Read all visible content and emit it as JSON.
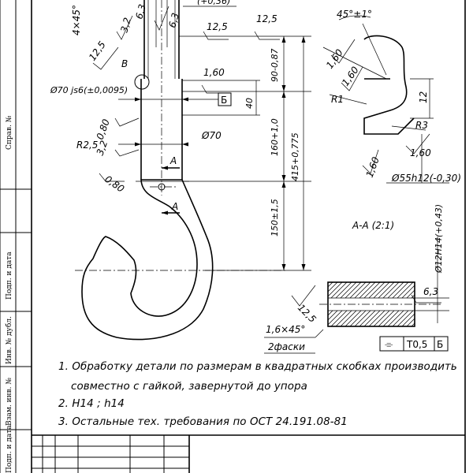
{
  "left_strip": {
    "sprav": "Справ. №",
    "podp_data": "Подп. и дата",
    "inv_dubl": "Инв. № дубл.",
    "vzam_inv": "Взам. инв. №",
    "podp_data2": "Подп. и дата"
  },
  "dims": {
    "chamfer_top": "4×45°",
    "r32_a": "3,2",
    "r63_a": "6,3",
    "tol_top": "(+0,36)",
    "r63_b": "6,3",
    "r125_top": "12,5",
    "r125_b": "12,5",
    "r125_left": "12,5",
    "label_v": "В",
    "d90": "90-0,87",
    "r160_a": "1,60",
    "d70js6": "Ø70 js6(±0,0095)",
    "datum_b": "Б",
    "d40": "40",
    "r080": "0,80",
    "r32_b": "3,2",
    "r25": "R2,5",
    "d70": "Ø70",
    "d160": "160+1,0",
    "d415": "415+0,775",
    "r080_b": "0,80",
    "sect_a1": "А",
    "sect_a2": "А",
    "d150": "150±1,5",
    "chamfer_bot": "1,6×45°",
    "chamfers_2": "2фаски",
    "detail_angle": "45°±1°",
    "detail_r160_a": "1,60",
    "detail_r160_b": "1,60",
    "detail_r1": "R1",
    "detail_12": "12",
    "detail_r3": "R3",
    "detail_r160_c": "1,60",
    "detail_r160_d": "1,60",
    "detail_d55": "Ø55h12(-0,30)",
    "section_title": "А-А (2:1)",
    "section_d12": "Ø12H14(+0,43)",
    "section_r125": "12,5",
    "section_r63": "6,3",
    "tol_sym": "⌯",
    "tol_val": "T0,5",
    "tol_datum": "Б"
  },
  "notes": [
    "1. Обработку детали по размерам в квадратных скобках производить",
    "совместно с гайкой, завернутой до упора",
    "2. H14 ;  h14",
    "3. Остальные тех. требования по ОСТ 24.191.08-81"
  ]
}
